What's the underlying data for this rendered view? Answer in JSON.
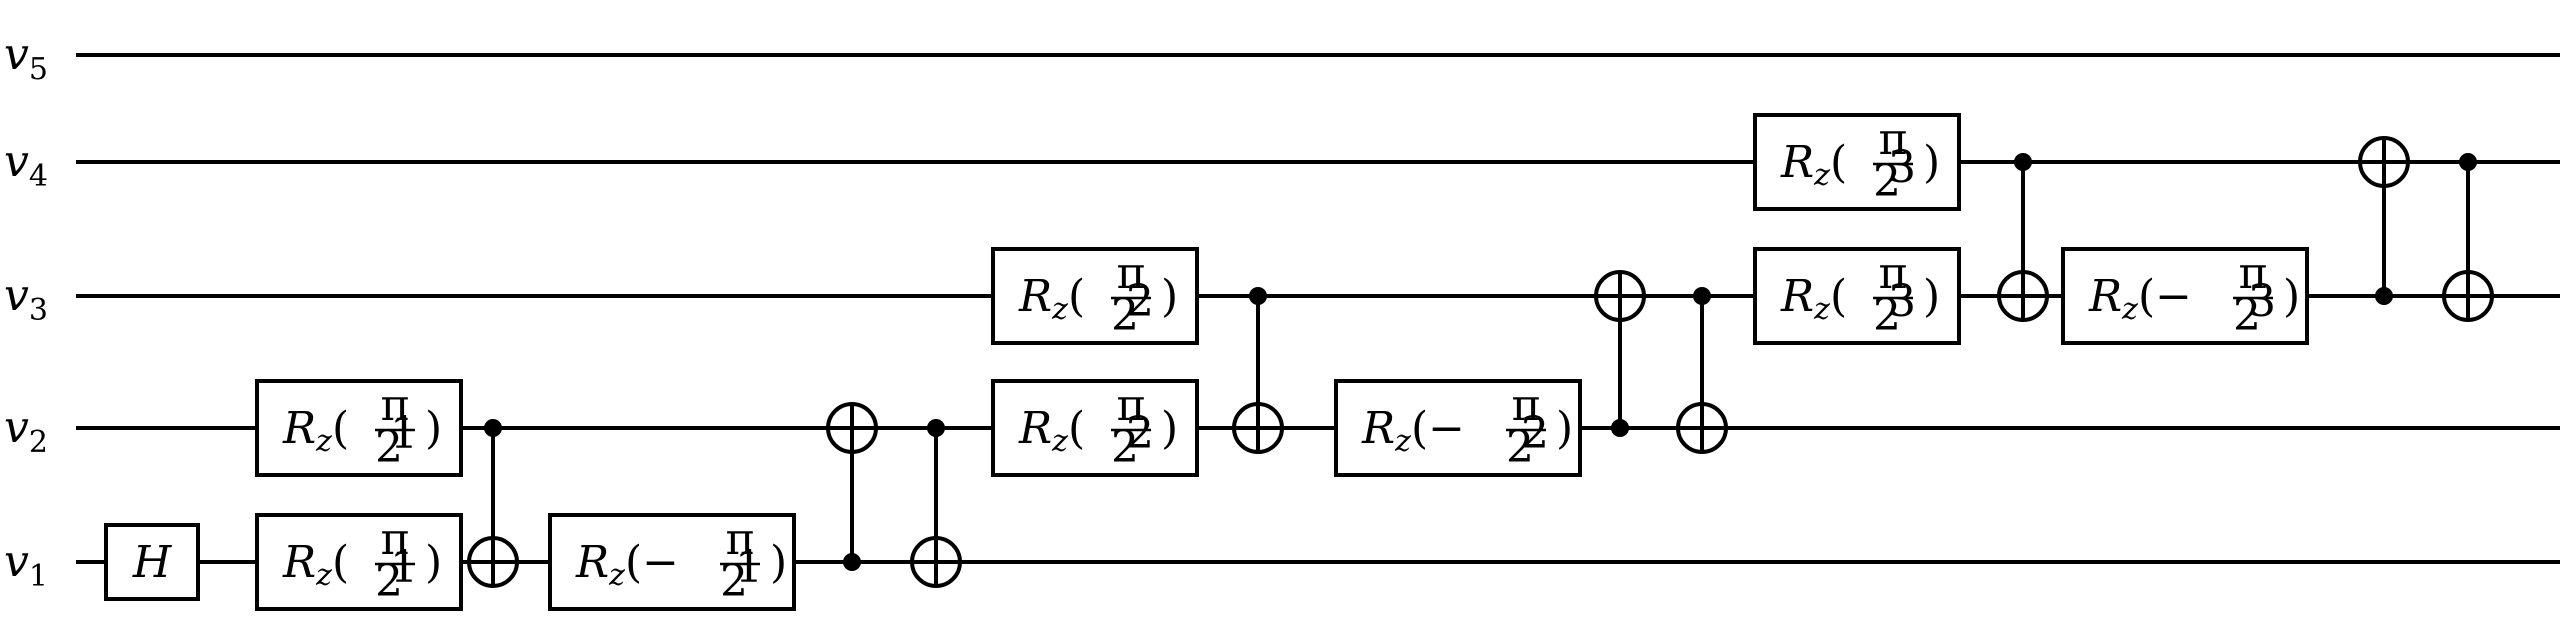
{
  "qubits": [
    {
      "id": "v1",
      "name": "v",
      "index": "1"
    },
    {
      "id": "v2",
      "name": "v",
      "index": "2"
    },
    {
      "id": "v3",
      "name": "v",
      "index": "3"
    },
    {
      "id": "v4",
      "name": "v",
      "index": "4"
    },
    {
      "id": "v5",
      "name": "v",
      "index": "5"
    }
  ],
  "gates": [
    {
      "type": "single",
      "op": "H",
      "qubit": 1
    },
    {
      "type": "rz",
      "sign": "",
      "exp": "1",
      "qubit": 2
    },
    {
      "type": "rz",
      "sign": "",
      "exp": "1",
      "qubit": 1
    },
    {
      "type": "cnot",
      "control": 2,
      "target": 1
    },
    {
      "type": "rz",
      "sign": "−",
      "exp": "1",
      "qubit": 1
    },
    {
      "type": "cnot",
      "control": 1,
      "target": 2
    },
    {
      "type": "cnot",
      "control": 2,
      "target": 1
    },
    {
      "type": "rz",
      "sign": "",
      "exp": "2",
      "qubit": 3
    },
    {
      "type": "rz",
      "sign": "",
      "exp": "2",
      "qubit": 2
    },
    {
      "type": "cnot",
      "control": 3,
      "target": 2
    },
    {
      "type": "rz",
      "sign": "−",
      "exp": "2",
      "qubit": 2
    },
    {
      "type": "cnot",
      "control": 2,
      "target": 3
    },
    {
      "type": "cnot",
      "control": 3,
      "target": 2
    },
    {
      "type": "rz",
      "sign": "",
      "exp": "3",
      "qubit": 4
    },
    {
      "type": "rz",
      "sign": "",
      "exp": "3",
      "qubit": 3
    },
    {
      "type": "cnot",
      "control": 4,
      "target": 3
    },
    {
      "type": "rz",
      "sign": "−",
      "exp": "3",
      "qubit": 3
    },
    {
      "type": "cnot",
      "control": 3,
      "target": 4
    },
    {
      "type": "cnot",
      "control": 4,
      "target": 3
    }
  ],
  "symbols": {
    "rotation": "R",
    "axis": "z",
    "numerator": "π",
    "base": "2"
  }
}
